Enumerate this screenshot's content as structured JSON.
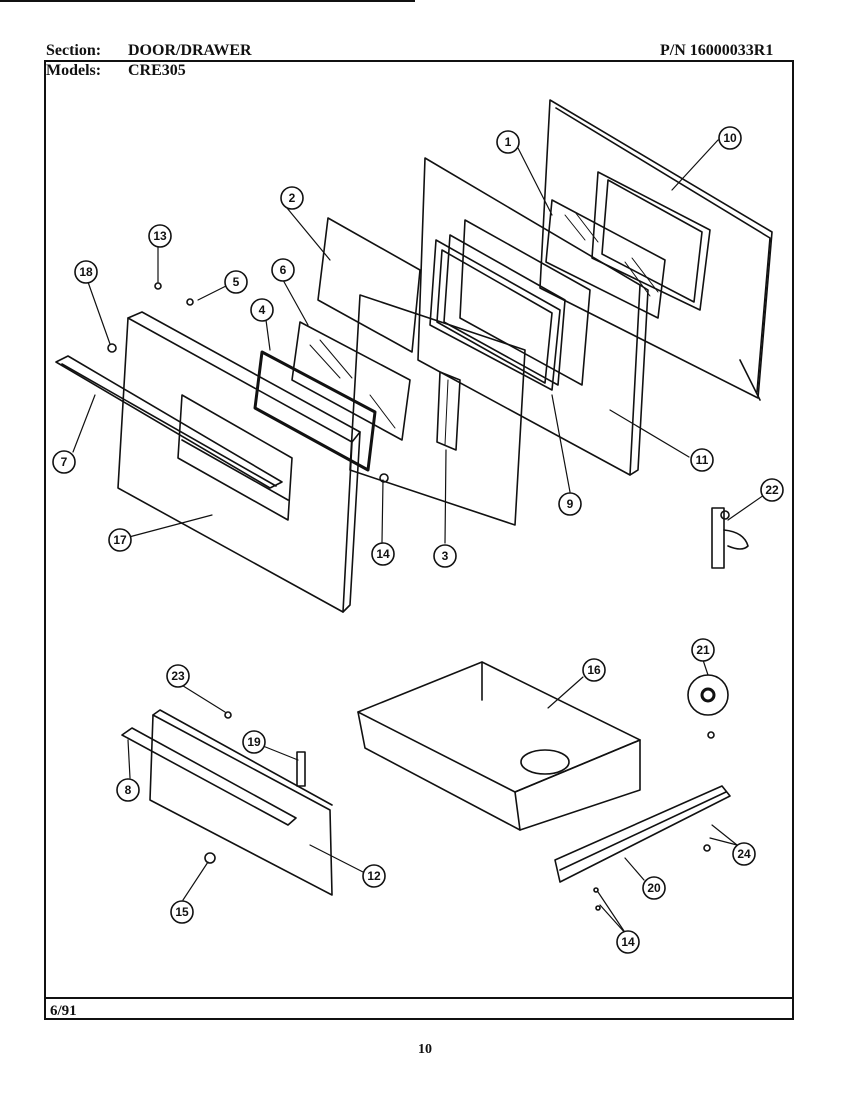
{
  "header": {
    "section_label": "Section:",
    "section_value": "DOOR/DRAWER",
    "part_number": "P/N 16000033R1",
    "models_label": "Models:",
    "models_value": "CRE305"
  },
  "footer": {
    "date": "6/91",
    "page_number": "10"
  },
  "callouts": [
    "1",
    "2",
    "3",
    "4",
    "5",
    "6",
    "7",
    "8",
    "9",
    "10",
    "11",
    "12",
    "13",
    "14",
    "15",
    "16",
    "17",
    "18",
    "19",
    "20",
    "21",
    "22",
    "23",
    "24"
  ]
}
